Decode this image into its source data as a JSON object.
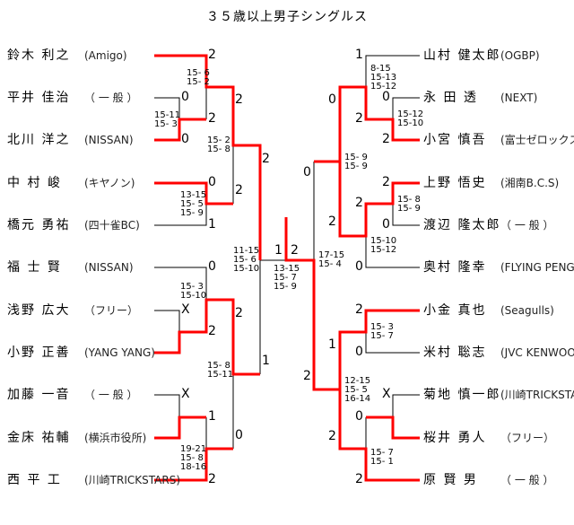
{
  "title": "３５歳以上男子シングルス",
  "left_players": [
    {
      "name": "鈴木 利之",
      "team": "(Amigo)"
    },
    {
      "name": "平井 佳治",
      "team": "（ 一 般 ）"
    },
    {
      "name": "北川 洋之",
      "team": "(NISSAN)"
    },
    {
      "name": "中 村  峻",
      "team": "(キヤノン)"
    },
    {
      "name": "橋元 勇祐",
      "team": "(四十雀BC)"
    },
    {
      "name": "福 士  賢",
      "team": "(NISSAN)"
    },
    {
      "name": "浅野 広大",
      "team": "（フリー）"
    },
    {
      "name": "小野 正善",
      "team": "(YANG YANG)"
    },
    {
      "name": "加藤 一音",
      "team": "（ 一 般 ）"
    },
    {
      "name": "金床 祐輔",
      "team": "(横浜市役所)"
    },
    {
      "name": "西 平  工",
      "team": "(川崎TRICKSTARS)"
    }
  ],
  "right_players": [
    {
      "name": "山村 健太郎",
      "team": "(OGBP)"
    },
    {
      "name": "永 田  透",
      "team": "(NEXT)"
    },
    {
      "name": "小宮 慎吾",
      "team": "(富士ゼロックス)"
    },
    {
      "name": "上野 悟史",
      "team": "(湘南B.C.S)"
    },
    {
      "name": "渡辺 隆太郎",
      "team": "（ 一 般 ）"
    },
    {
      "name": "奥村 隆幸",
      "team": "(FLYING PENGUINS)"
    },
    {
      "name": "小金 真也",
      "team": "(Seagulls)"
    },
    {
      "name": "米村 聡志",
      "team": "(JVC KENWOOD)"
    },
    {
      "name": "菊地 慎一郎",
      "team": "(川崎TRICKSTARS)"
    },
    {
      "name": "桜井 勇人",
      "team": "（フリー）"
    },
    {
      "name": "原  賢 男",
      "team": "（ 一 般 ）"
    }
  ],
  "scores": [
    "2",
    "0",
    "2",
    "0",
    "2",
    "0",
    "2",
    "1",
    "2",
    "0",
    "X",
    "2",
    "2",
    "1",
    "X",
    "1",
    "2",
    "0",
    "1",
    "2",
    "1",
    "0",
    "2",
    "2",
    "0",
    "2",
    "2",
    "0",
    "0",
    "2",
    "0",
    "2",
    "0",
    "1",
    "X",
    "0",
    "2",
    "2",
    "2"
  ],
  "game_scores": [
    [
      "15- 6",
      "15- 2"
    ],
    [
      "15-11",
      "15- 3"
    ],
    [
      "15- 2",
      "15- 8"
    ],
    [
      "13-15",
      "15- 5",
      "15- 9"
    ],
    [
      "11-15",
      "15- 6",
      "15-10"
    ],
    [
      "15- 3",
      "15-10"
    ],
    [
      "15- 8",
      "15-11"
    ],
    [
      "19-21",
      "15- 8",
      "18-16"
    ],
    [
      "13-15",
      "15- 7",
      "15- 9"
    ],
    [
      "8-15",
      "15-13",
      "15-12"
    ],
    [
      "15-12",
      "15-10"
    ],
    [
      "15- 9",
      "15- 9"
    ],
    [
      "15- 8",
      "15- 9"
    ],
    [
      "15-10",
      "15-12"
    ],
    [
      "17-15",
      "15- 4"
    ],
    [
      "15- 3",
      "15- 7"
    ],
    [
      "12-15",
      "15- 5",
      "16-14"
    ],
    [
      "15- 7",
      "15- 1"
    ]
  ],
  "colors": {
    "winner_line": "#ff0000",
    "line": "#000000"
  }
}
